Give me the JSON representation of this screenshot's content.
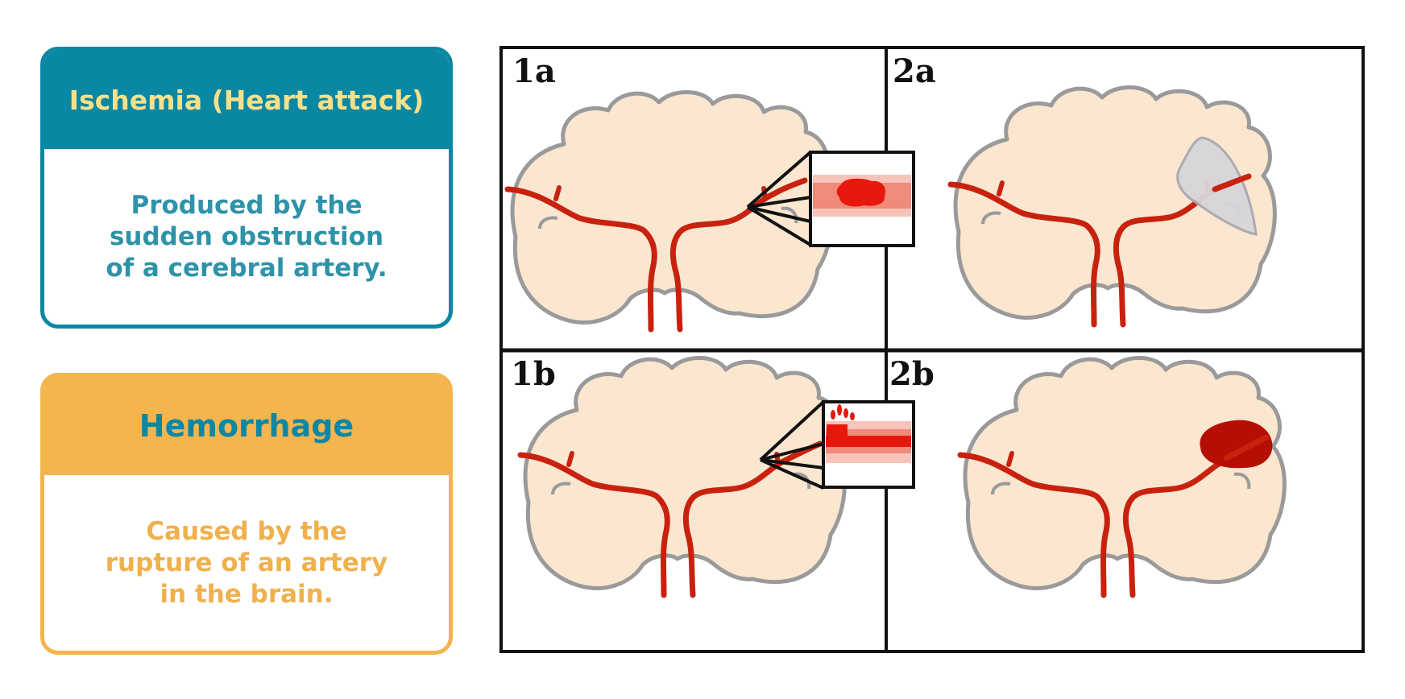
{
  "colors": {
    "ischemia": "#0a87a3",
    "ischemia_title": "#f7e08a",
    "hemorrhage": "#f4b44e",
    "brain": "#fbe6d0",
    "brain_outline": "#9a9a9a",
    "artery": "#c8220f",
    "blood": "#b50f05"
  },
  "ischemia": {
    "title": "Ischemia (Heart attack)",
    "lines": [
      "Produced by the",
      "sudden obstruction",
      "of a cerebral artery."
    ]
  },
  "hemorrhage": {
    "title": "Hemorrhage",
    "lines": [
      "Caused by the",
      "rupture of an artery",
      "in the brain."
    ]
  },
  "panels": {
    "p1a": "1a",
    "p2a": "2a",
    "p1b": "1b",
    "p2b": "2b"
  }
}
